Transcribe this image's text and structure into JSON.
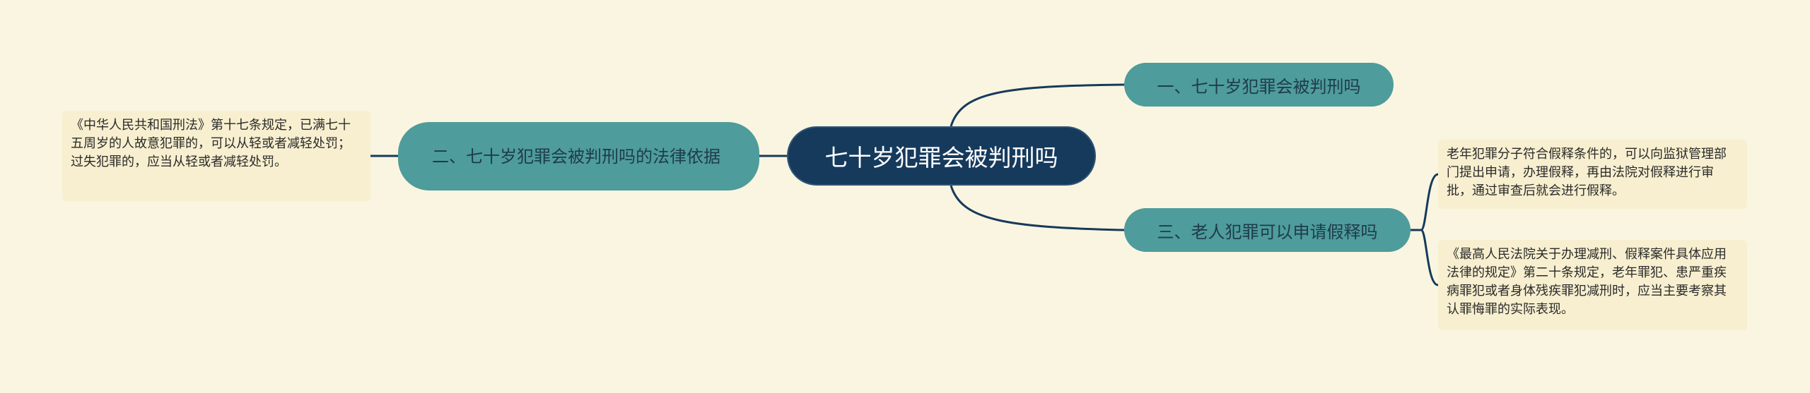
{
  "root": {
    "label": "七十岁犯罪会被判刑吗"
  },
  "branches": [
    {
      "label": "一、七十岁犯罪会被判刑吗"
    },
    {
      "label": "二、七十岁犯罪会被判刑吗的法律依据",
      "note": "《中华人民共和国刑法》第十七条规定，已满七十五周岁的人故意犯罪的，可以从轻或者减轻处罚；过失犯罪的，应当从轻或者减轻处罚。"
    },
    {
      "label": "三、老人犯罪可以申请假释吗",
      "notes": [
        "老年犯罪分子符合假释条件的，可以向监狱管理部门提出申请，办理假释，再由法院对假释进行审批，通过审查后就会进行假释。",
        "《最高人民法院关于办理减刑、假释案件具体应用法律的规定》第二十条规定，老年罪犯、患严重疾病罪犯或者身体残疾罪犯减刑时，应当主要考察其认罪悔罪的实际表现。"
      ]
    }
  ],
  "colors": {
    "background": "#faf5e0",
    "root_fill": "#163a5c",
    "branch_fill": "#4e9c9c",
    "leaf_fill": "#f7efcf",
    "connector": "#163a5c"
  }
}
